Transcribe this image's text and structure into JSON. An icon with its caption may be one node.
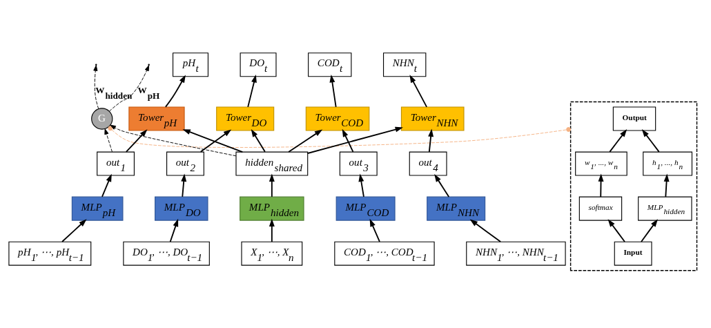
{
  "diagram": {
    "nodes": [
      {
        "text": [
          "pH$_{t}$"
        ]
      },
      {
        "text": [
          "DO$_{t}$"
        ]
      },
      {
        "text": [],
        "shape": "box"
      },
      {
        "text": [
          "Output"
        ],
        "in": 2
      },
      {
        "text": [
          "w$_{1}$, ..., w$_{n}$"
        ],
        "in": 2
      },
      {
        "text": [
          "h$_{1}$, ..., h$_{n}$"
        ],
        "in": 2
      },
      {
        "text": [
          "softmax"
        ],
        "in": 2
      },
      {
        "text": [
          "MLP$_{hidden}$"
        ],
        "in": 2
      },
      {
        "text": [
          "Input"
        ],
        "in": 2
      },
      {
        "text": [
          "COD$_{t}$"
        ]
      },
      {
        "text": [
          "NHN$_{t}$"
        ]
      },
      {
        "text": [
          "Tower$_{pH}$"
        ]
      },
      {
        "text": [
          "Tower$_{DO}$"
        ]
      },
      {
        "text": [
          "Tower$_{COD}$"
        ]
      },
      {
        "text": [
          "Tower$_{NHN}$"
        ]
      },
      {
        "text": [
          "G"
        ]
      },
      {
        "text": [
          "out$_{1}$"
        ]
      },
      {
        "text": [
          "out$_{2}$"
        ]
      },
      {
        "text": [
          "hidden$_{shared}$"
        ]
      },
      {
        "text": [
          "out$_{3}$"
        ]
      },
      {
        "text": [
          "out$_{4}$"
        ]
      },
      {
        "text": [
          "MLP$_{pH}$"
        ]
      },
      {
        "text": [
          "MLP$_{DO}$"
        ]
      },
      {
        "text": [
          "MLP$_{hidden}$"
        ]
      },
      {
        "text": [
          "MLP$_{COD}$"
        ]
      },
      {
        "text": [
          "MLP$_{NHN}$"
        ]
      },
      {
        "text": [
          "pH$_{1}$, ⋯, pH$_{t−1}$"
        ]
      },
      {
        "text": [
          "DO$_{1}$, ⋯, DO$_{t−1}$"
        ]
      },
      {
        "text": [
          "X$_{1}$, ⋯, X$_{n}$"
        ]
      },
      {
        "text": [
          "COD$_{1}$, ⋯, COD$_{t−1}$"
        ]
      },
      {
        "text": [
          "NHN$_{1}$, ⋯, NHN$_{t−1}$"
        ]
      }
    ],
    "edges": [
      {
        "from": 8,
        "to": 6,
        "arrow": "to"
      },
      {
        "from": 8,
        "to": 7,
        "arrow": "to"
      },
      {
        "from": 6,
        "to": 4,
        "arrow": "to"
      },
      {
        "from": 7,
        "to": 5,
        "arrow": "to"
      },
      {
        "from": 4,
        "to": 3,
        "arrow": "to"
      },
      {
        "from": 5,
        "to": 3,
        "arrow": "to"
      },
      {
        "from": 26,
        "to": 21,
        "arrow": "to"
      },
      {
        "from": 27,
        "to": 22,
        "arrow": "to"
      },
      {
        "from": 28,
        "to": 23,
        "arrow": "to"
      },
      {
        "from": 29,
        "to": 24,
        "arrow": "to"
      },
      {
        "from": 30,
        "to": 25,
        "arrow": "to"
      },
      {
        "from": 21,
        "to": 16,
        "arrow": "to"
      },
      {
        "from": 22,
        "to": 17,
        "arrow": "to"
      },
      {
        "from": 23,
        "to": 18,
        "arrow": "to"
      },
      {
        "from": 24,
        "to": 19,
        "arrow": "to"
      },
      {
        "from": 25,
        "to": 20,
        "arrow": "to"
      },
      {
        "from": 16,
        "to": 11,
        "arrow": "to"
      },
      {
        "from": 17,
        "to": 12,
        "arrow": "to"
      },
      {
        "from": 19,
        "to": 13,
        "arrow": "to"
      },
      {
        "from": 20,
        "to": 14,
        "arrow": "to"
      },
      {
        "from": 18,
        "to": 11,
        "arrow": "to"
      },
      {
        "from": 18,
        "to": 12,
        "arrow": "to"
      },
      {
        "from": 18,
        "to": 13,
        "arrow": "to"
      },
      {
        "from": 18,
        "to": 14,
        "arrow": "to"
      },
      {
        "from": 11,
        "to": 0,
        "arrow": "to"
      },
      {
        "from": 12,
        "to": 1,
        "arrow": "to"
      },
      {
        "from": 13,
        "to": 9,
        "arrow": "to"
      },
      {
        "from": 14,
        "to": 10,
        "arrow": "to"
      },
      {
        "from": 16,
        "to": 15,
        "arrow": "to",
        "style": "dashed"
      },
      {
        "from": 18,
        "to": 15,
        "arrow": "to",
        "style": "dashed"
      },
      {
        "from": 15,
        "to": null,
        "arrow": "to",
        "style": "dashed",
        "label": "W$_{pH}$"
      },
      {
        "from": 15,
        "to": null,
        "arrow": "to",
        "style": "dashed",
        "label": "W$_{hidden}$"
      },
      {
        "from": 15,
        "to": 2,
        "arrow": "other",
        "style": "dashed",
        "color": "#f4b183"
      }
    ]
  }
}
